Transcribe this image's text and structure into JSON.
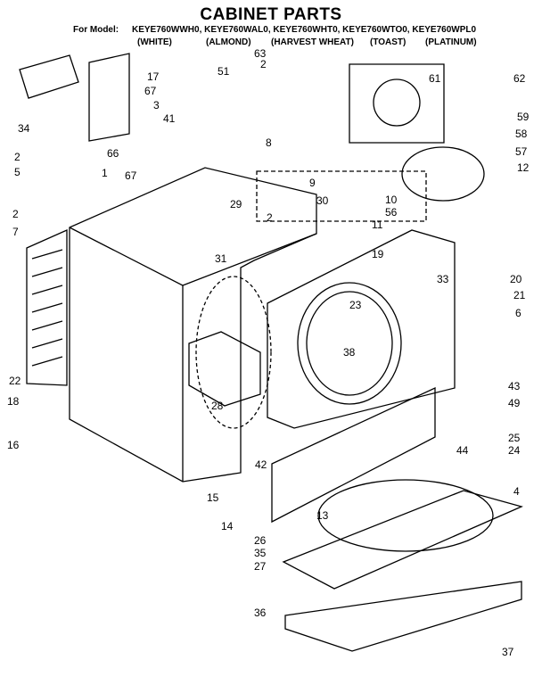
{
  "title": "CABINET PARTS",
  "for_model_label": "For Model:",
  "models_line": "KEYE760WWH0, KEYE760WAL0, KEYE760WHT0, KEYE760WTO0, KEYE760WPL0",
  "variants": [
    "(WHITE)",
    "(ALMOND)",
    "(HARVEST WHEAT)",
    "(TOAST)",
    "(PLATINUM)"
  ],
  "callouts": [
    "63",
    "2",
    "51",
    "17",
    "67",
    "3",
    "41",
    "1",
    "67",
    "2",
    "7",
    "22",
    "18",
    "16",
    "15",
    "14",
    "42",
    "28",
    "31",
    "29",
    "9",
    "30",
    "2",
    "10",
    "11",
    "19",
    "56",
    "62",
    "61",
    "59",
    "58",
    "57",
    "12",
    "20",
    "21",
    "33",
    "6",
    "23",
    "38",
    "43",
    "49",
    "44",
    "25",
    "24",
    "4",
    "13",
    "26",
    "35",
    "27",
    "36",
    "37",
    "34",
    "2",
    "5",
    "66",
    "8"
  ]
}
